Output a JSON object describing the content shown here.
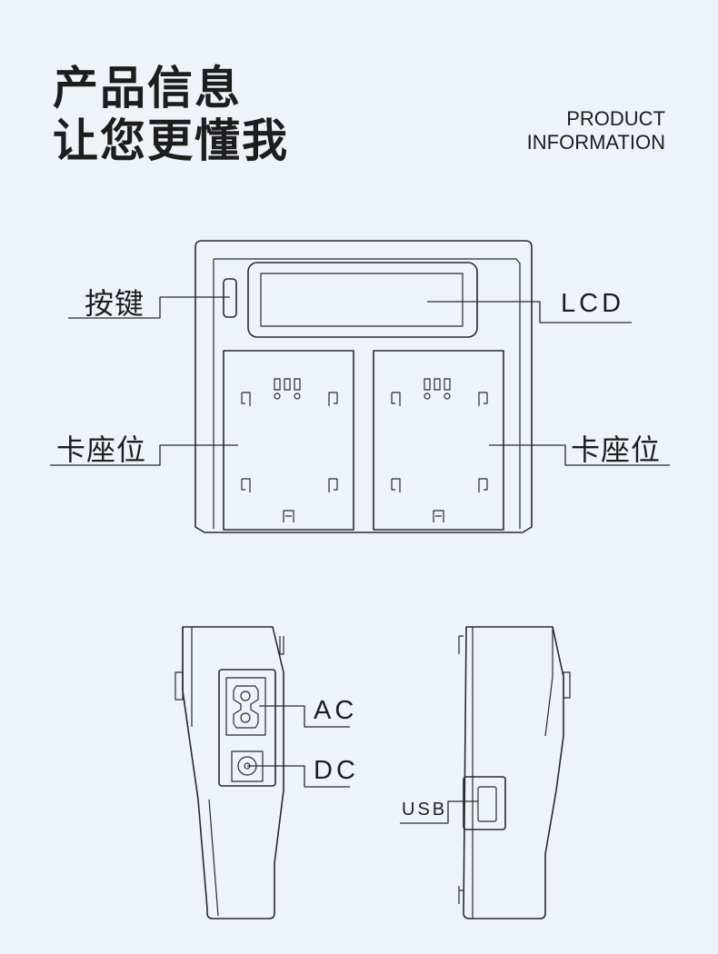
{
  "header": {
    "title_line1": "产品信息",
    "title_line2": "让您更懂我",
    "en_line1": "PRODUCT",
    "en_line2": "INFORMATION"
  },
  "callouts": {
    "button": "按键",
    "lcd": "LCD",
    "slot_left": "卡座位",
    "slot_right": "卡座位",
    "ac": "AC",
    "dc": "DC",
    "usb": "USB"
  },
  "colors": {
    "background": "#eef3f9",
    "line": "#2a2a2a",
    "text": "#1d1d1d"
  }
}
